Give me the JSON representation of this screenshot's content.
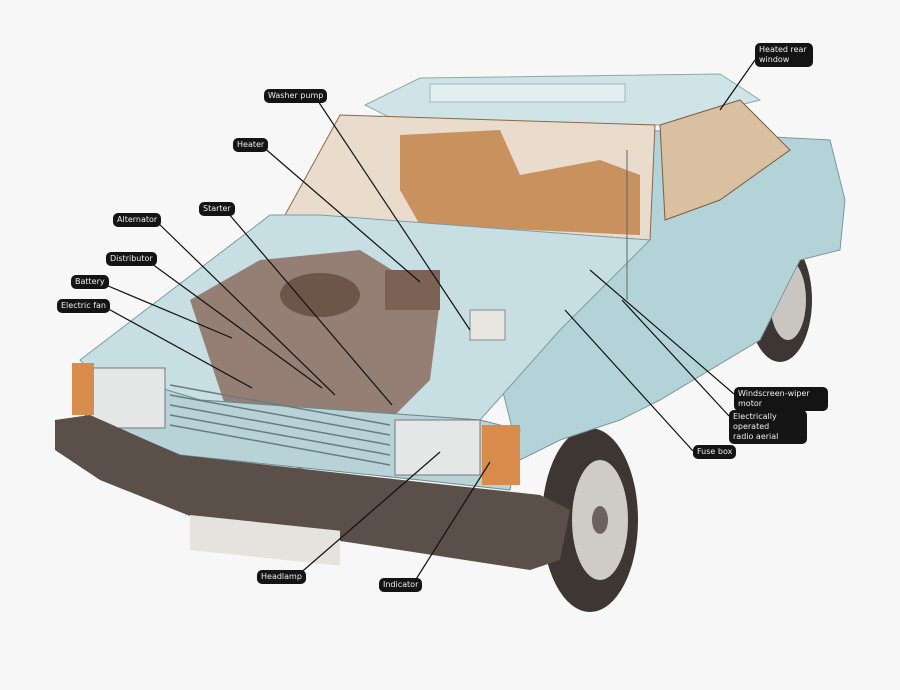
{
  "labels": {
    "heated_rear_window": "Heated rear\nwindow",
    "washer_pump": "Washer pump",
    "heater": "Heater",
    "starter": "Starter",
    "alternator": "Alternator",
    "distributor": "Distributor",
    "battery": "Battery",
    "electric_fan": "Electric fan",
    "windscreen_wiper_motor": "Windscreen-wiper motor",
    "radio_aerial": "Electrically operated\nradio aerial",
    "fuse_box": "Fuse box",
    "headlamp": "Headlamp",
    "indicator": "Indicator"
  },
  "colors": {
    "body": "#bcd9de",
    "interior": "#c8915e",
    "bumper": "#5b4f4a",
    "label_bg": "#141414"
  }
}
